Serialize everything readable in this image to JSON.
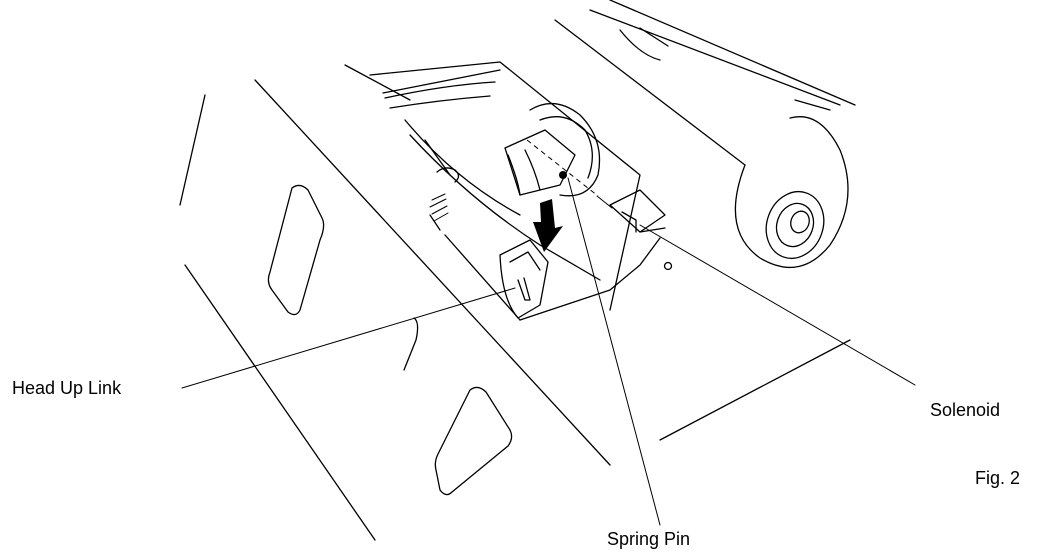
{
  "figure": {
    "caption": "Fig. 2",
    "callouts": {
      "head_up_link": "Head Up Link",
      "solenoid": "Solenoid",
      "spring_pin": "Spring Pin"
    },
    "arrow_meaning": "downward insertion arrow",
    "line_color": "#000000",
    "background_color": "#ffffff"
  }
}
